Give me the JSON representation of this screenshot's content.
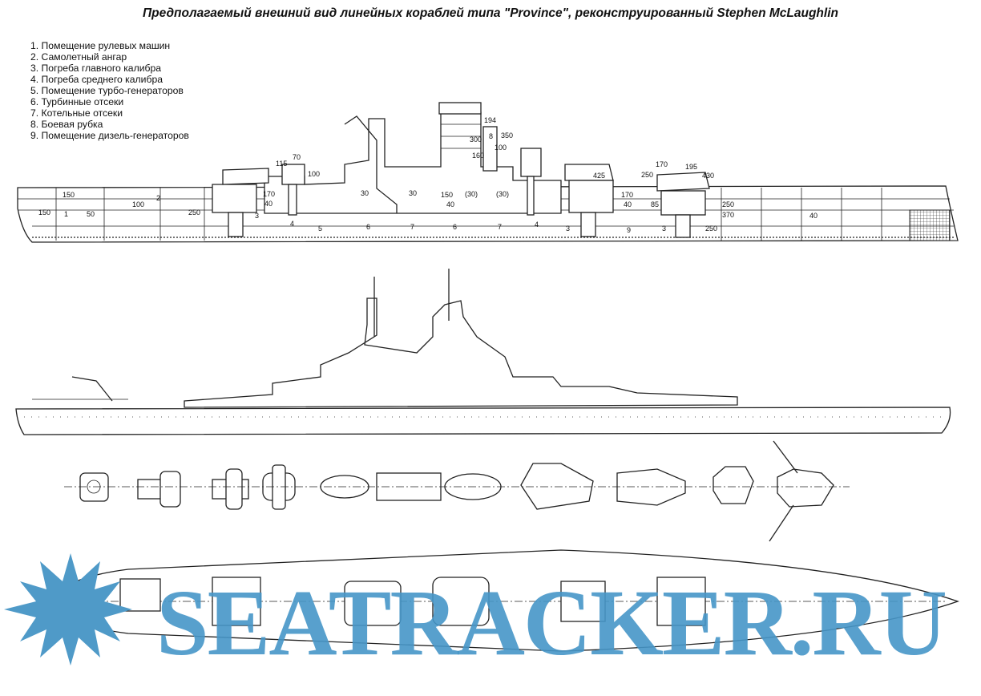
{
  "title": "Предполагаемый внешний вид линейных кораблей типа \"Province\", реконструированный Stephen McLaughlin",
  "legend": [
    "1. Помещение рулевых машин",
    "2. Самолетный ангар",
    "3. Погреба главного калибра",
    "4. Погреба среднего калибра",
    "5. Помещение турбо-генераторов",
    "6. Турбинные отсеки",
    "7. Котельные отсеки",
    "8. Боевая рубка",
    "9. Помещение дизель-генераторов"
  ],
  "armor_labels": [
    "150",
    "100",
    "50",
    "250",
    "150",
    "70",
    "115",
    "100",
    "170",
    "40",
    "30",
    "30",
    "150",
    "40",
    "(30)",
    "(30)",
    "194",
    "350",
    "300",
    "100",
    "160",
    "425",
    "250",
    "170",
    "195",
    "430",
    "170",
    "40",
    "85",
    "250",
    "370",
    "40",
    "250"
  ],
  "compartment_markers": [
    "1",
    "2",
    "3",
    "4",
    "5",
    "6",
    "7",
    "6",
    "7",
    "4",
    "3",
    "9",
    "3",
    "8"
  ],
  "watermark": "SEATRACKER.RU",
  "colors": {
    "line": "#222222",
    "watermark": "#4f9ac8"
  }
}
